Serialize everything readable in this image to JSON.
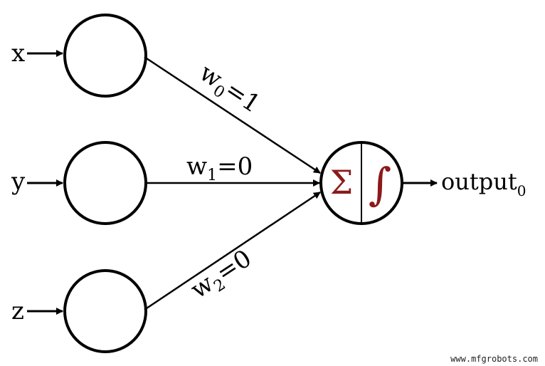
{
  "inputs": [
    {
      "label": "x"
    },
    {
      "label": "y"
    },
    {
      "label": "z"
    }
  ],
  "weights": [
    {
      "name": "w",
      "sub": "0",
      "value": "=1"
    },
    {
      "name": "w",
      "sub": "1",
      "value": "=0"
    },
    {
      "name": "w",
      "sub": "2",
      "value": "=0"
    }
  ],
  "neuron": {
    "sum_symbol": "Σ",
    "activation_symbol": "∫"
  },
  "output": {
    "label": "output",
    "sub": "0"
  },
  "watermark": "www.mfgrobots.com",
  "colors": {
    "stroke": "#000000",
    "symbol": "#8b1a1a",
    "background": "#ffffff",
    "watermark": "#222222"
  }
}
